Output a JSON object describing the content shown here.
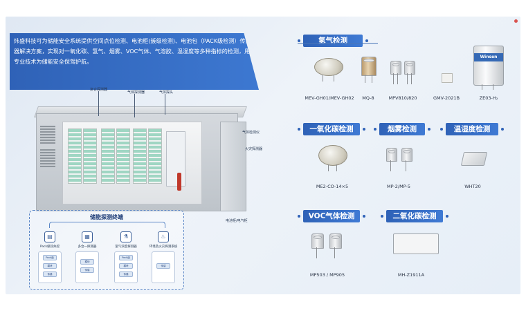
{
  "intro": {
    "text": "炜盛科技可为储能安全系统提供空间点位检测、电池柜(簇级检测)、电池包（PACK级检测）传感器解决方案，实现对一氧化碳、氢气、烟雾、VOC气体、气溶胶、温湿度等多种指标的检测，用专业技术为储能安全保驾护航。"
  },
  "container_callouts": [
    {
      "text": "复合探测器"
    },
    {
      "text": "气体探测器"
    },
    {
      "text": "气体探头"
    },
    {
      "text": "气体检测仪"
    },
    {
      "text": "火灾探测器"
    },
    {
      "text": "电池柜/电气柜"
    }
  ],
  "terminal": {
    "title": "储能探测终端",
    "columns": [
      {
        "label": "Pack级热失控",
        "icon": "pack-icon",
        "pills": [
          "Pack级",
          "模块",
          "传感"
        ]
      },
      {
        "label": "多合一探测器",
        "icon": "multi-detector-icon",
        "pills": [
          "模块",
          "传感"
        ]
      },
      {
        "label": "氢气浓度探测器",
        "icon": "hydrogen-detector-icon",
        "pills": [
          "Pack级",
          "模块",
          "传感"
        ]
      },
      {
        "label": "环境及火灾探测系统",
        "icon": "fire-system-icon",
        "pills": [
          "传感"
        ]
      }
    ]
  },
  "sections": {
    "hydrogen": {
      "title": "氢气检测",
      "products": [
        "MEV-GH01/MEV-GH02",
        "MQ-8",
        "MPV810/820",
        "GMV-2021B",
        "ZE03-H₂"
      ],
      "brand_text": "Winsen"
    },
    "co": {
      "title": "一氧化碳检测",
      "products": [
        "ME2-CO-14×5"
      ]
    },
    "smoke": {
      "title": "烟雾检测",
      "products": [
        "MP-2/MP-5"
      ]
    },
    "temp_humidity": {
      "title": "温湿度检测",
      "products": [
        "WHT20"
      ]
    },
    "voc": {
      "title": "VOC气体检测",
      "products": [
        "MP503 / MP905"
      ]
    },
    "co2": {
      "title": "二氧化碳检测",
      "products": [
        "MH-Z1911A"
      ]
    }
  },
  "colors": {
    "accent": "#2f62b7",
    "panel": "#e6eef7",
    "battery": "#9fd6c3",
    "extinguisher": "#c0392b"
  }
}
